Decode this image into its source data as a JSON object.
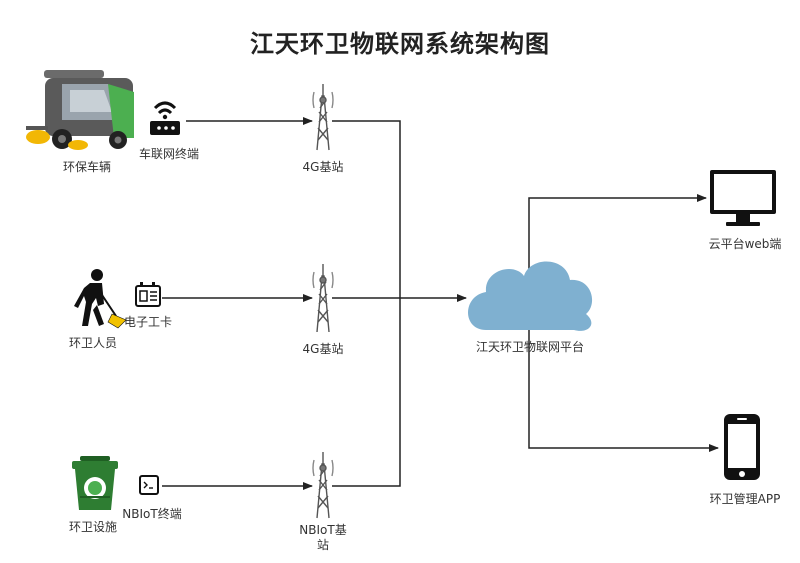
{
  "title": "江天环卫物联网系统架构图",
  "sources": [
    {
      "label": "环保车辆",
      "icon": "street-sweeper-icon"
    },
    {
      "label": "环卫人员",
      "icon": "sanitation-worker-icon"
    },
    {
      "label": "环卫设施",
      "icon": "garbage-bin-icon"
    }
  ],
  "terminals": [
    {
      "label": "车联网终端",
      "icon": "router-icon"
    },
    {
      "label": "电子工卡",
      "icon": "electronic-badge-icon"
    },
    {
      "label": "NBIoT终端",
      "icon": "nbiot-terminal-icon"
    }
  ],
  "stations": [
    {
      "label": "4G基站",
      "icon": "cell-tower-icon"
    },
    {
      "label": "4G基站",
      "icon": "cell-tower-icon"
    },
    {
      "label_line1": "NBIoT基",
      "label_line2": "站",
      "icon": "cell-tower-icon"
    }
  ],
  "platform": {
    "label": "江天环卫物联网平台",
    "icon": "cloud-icon"
  },
  "outputs": [
    {
      "label": "云平台web端",
      "icon": "monitor-icon"
    },
    {
      "label": "环卫管理APP",
      "icon": "smartphone-icon"
    }
  ],
  "colors": {
    "cloud": "#7fb0d0",
    "line": "#222222",
    "bin_green": "#2e7d32",
    "sweeper_green": "#4caf50"
  }
}
